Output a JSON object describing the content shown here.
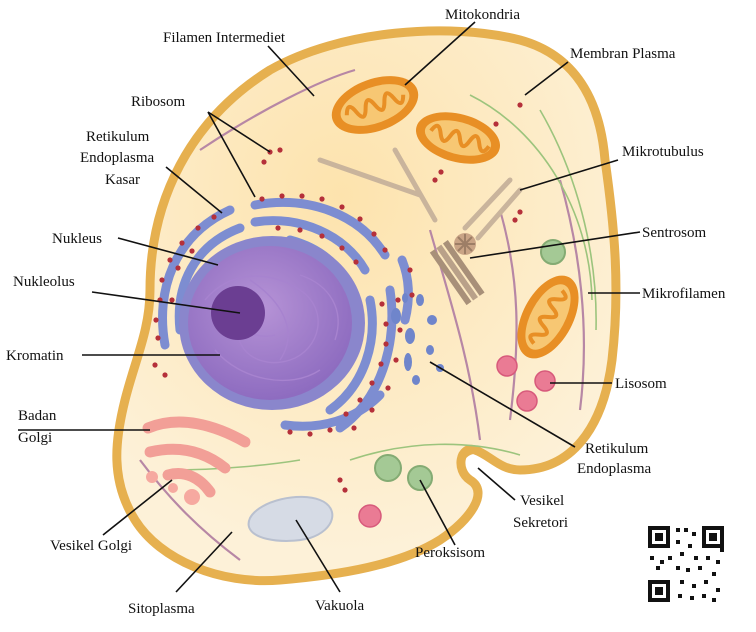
{
  "labels": {
    "mitokondria": "Mitokondria",
    "filamen_intermediet": "Filamen Intermediet",
    "membran_plasma": "Membran Plasma",
    "ribosom": "Ribosom",
    "rek_line1": "Retikulum",
    "rek_line2": "Endoplasma",
    "rek_line3": "Kasar",
    "mikrotubulus": "Mikrotubulus",
    "nukleus": "Nukleus",
    "sentrosom": "Sentrosom",
    "nukleolus": "Nukleolus",
    "mikrofilamen": "Mikrofilamen",
    "kromatin": "Kromatin",
    "lisosom": "Lisosom",
    "badan_line1": "Badan",
    "badan_line2": "Golgi",
    "re_line1": "Retikulum",
    "re_line2": "Endoplasma",
    "vesikel_sekretori_line1": "Vesikel",
    "vesikel_sekretori_line2": "Sekretori",
    "vesikel_golgi": "Vesikel Golgi",
    "peroksisom": "Peroksisom",
    "sitoplasma": "Sitoplasma",
    "vakuola": "Vakuola"
  },
  "colors": {
    "membrane": "#e8b857",
    "cytoplasm": "#fcebc6",
    "nucleus_envelope": "#8d84c9",
    "nucleus": "#9d7bc6",
    "nucleolus": "#6c3f93",
    "er": "#7f8fd0",
    "ribosome": "#b5303a",
    "mitochondria": "#ea9c2f",
    "golgi": "#f2a39b",
    "lysosome": "#e9738f",
    "peroxisome": "#9cc48d",
    "vacuole": "#d6dbe6"
  }
}
